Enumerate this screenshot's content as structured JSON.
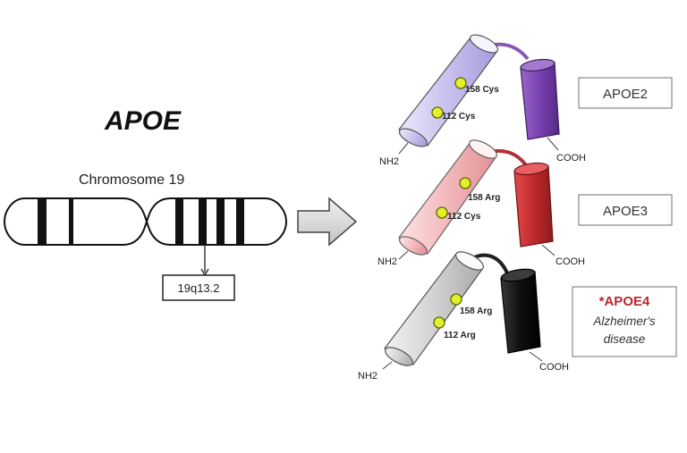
{
  "title": "APOE",
  "chromosome": {
    "label": "Chromosome 19",
    "band": "19q13.2"
  },
  "variants": [
    {
      "name": "APOE2",
      "site_top": "158 Cys",
      "site_bottom": "112 Cys",
      "n_term": "NH2",
      "c_term": "COOH",
      "helix_color": "#c9c0ee",
      "domain_color": "#7b43b3",
      "tail_color": "#8a58b0"
    },
    {
      "name": "APOE3",
      "site_top": "158 Arg",
      "site_bottom": "112 Cys",
      "n_term": "NH2",
      "c_term": "COOH",
      "helix_color": "#f2b8bc",
      "domain_color": "#c42d2f",
      "tail_color": "#b03037"
    },
    {
      "name": "*APOE4",
      "note_line1": "Alzheimer's",
      "note_line2": "disease",
      "site_top": "158 Arg",
      "site_bottom": "112 Arg",
      "n_term": "NH2",
      "c_term": "COOH",
      "helix_color": "#cfcfcf",
      "domain_color": "#111111",
      "tail_color": "#222222"
    }
  ],
  "colors": {
    "site_marker": "#e4ef2a",
    "alert_text": "#b8282f",
    "arrow_fill": "#d9d9d9"
  }
}
